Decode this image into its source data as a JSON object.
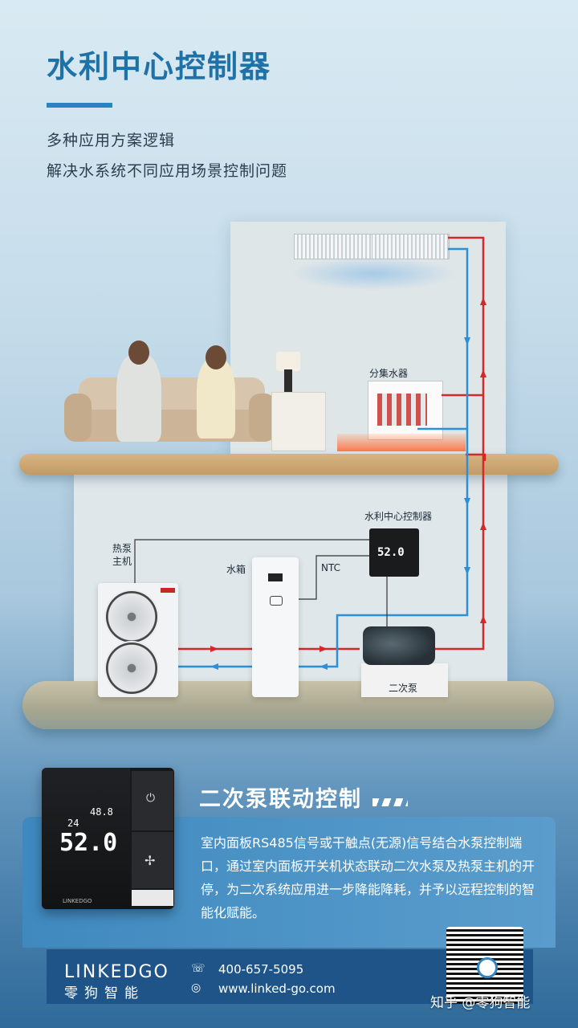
{
  "header": {
    "title": "水利中心控制器",
    "subtitle_line1": "多种应用方案逻辑",
    "subtitle_line2": "解决水系统不同应用场景控制问题"
  },
  "labels": {
    "manifold": "分集水器",
    "controller": "水利中心控制器",
    "heat_pump_line1": "热泵",
    "heat_pump_line2": "主机",
    "tank": "水箱",
    "ntc": "NTC",
    "pump": "二次泵"
  },
  "controller_display": "52.0",
  "device_display": {
    "big": "52.0",
    "small_top": "48.8",
    "small_left": "24",
    "brand": "LINKEDGO"
  },
  "card": {
    "title": "二次泵联动控制",
    "body": "室内面板RS485信号或干触点(无源)信号结合水泵控制端口，通过室内面板开关机状态联动二次水泵及热泵主机的开停，为二次系统应用进一步降能降耗，并予以远程控制的智能化赋能。"
  },
  "footer": {
    "logo_en": "LINKEDGO",
    "logo_cn": "零狗智能",
    "phone": "400-657-5095",
    "website": "www.linked-go.com"
  },
  "watermark": "知乎 @零狗智能",
  "colors": {
    "title": "#1f72a8",
    "hot_pipe": "#d4282a",
    "cold_pipe": "#2d8fd6",
    "footer": "#1e5487"
  },
  "icons": {
    "phone": "phone-icon",
    "web": "globe-icon",
    "power": "power-icon",
    "fan": "fan-icon"
  }
}
